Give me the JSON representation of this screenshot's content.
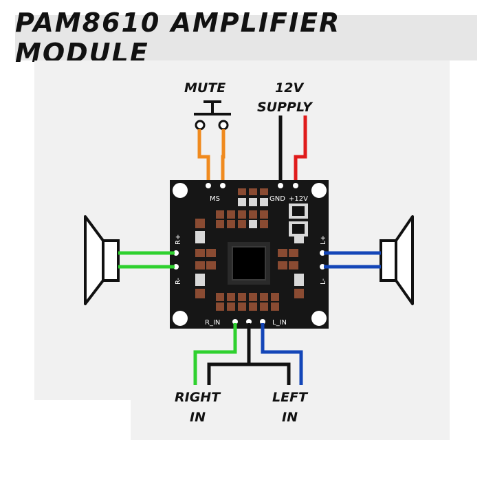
{
  "title": "PAM8610 AMPLIFIER MODULE",
  "labels": {
    "mute": "MUTE",
    "supply_line1": "12V",
    "supply_line2": "SUPPLY",
    "right_in_line1": "RIGHT",
    "right_in_line2": "IN",
    "left_in_line1": "LEFT",
    "left_in_line2": "IN"
  },
  "pcb_labels": {
    "ms": "MS",
    "gnd": "GND",
    "plus12v": "+12V",
    "r_plus": "R+",
    "r_minus": "R-",
    "l_plus": "L+",
    "l_minus": "L-",
    "r_in": "R_IN",
    "l_in": "L_IN"
  },
  "colors": {
    "mute_wires": "#f08a1e",
    "gnd_wire": "#111111",
    "supply_wire": "#e01b1b",
    "right_channel": "#2fd12f",
    "left_channel": "#1446b8",
    "pcb": "#161616"
  }
}
